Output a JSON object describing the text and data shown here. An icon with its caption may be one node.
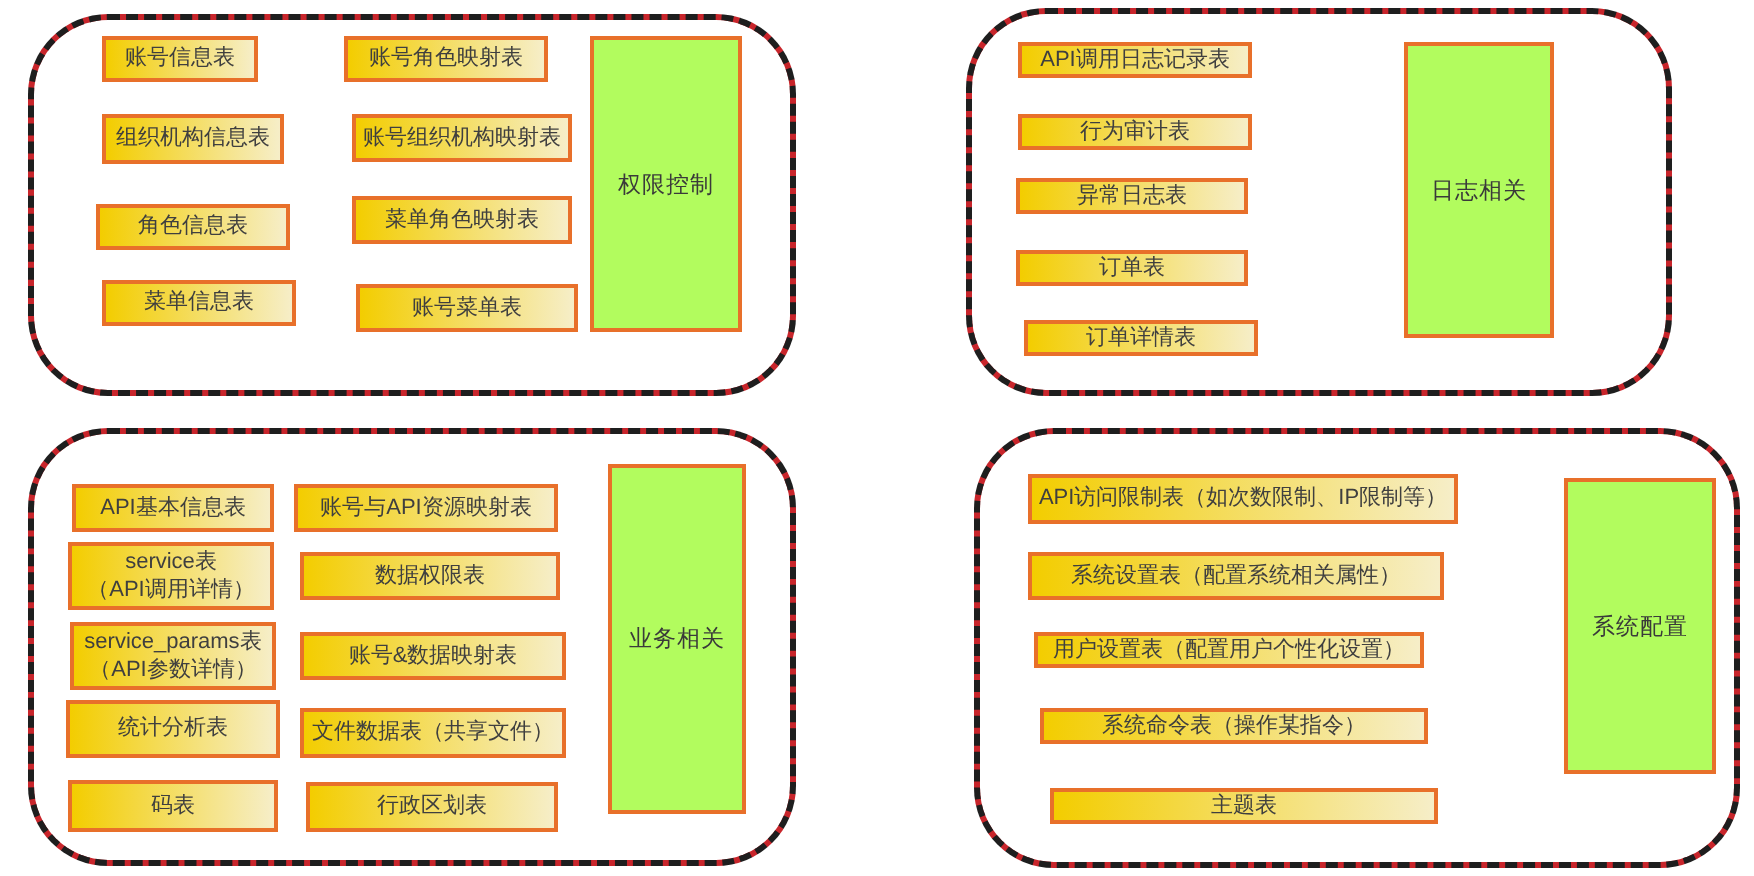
{
  "diagram": {
    "nodes": [
      {
        "text": [],
        "shape": "box"
      },
      {
        "text": [
          "账号信息表"
        ],
        "in": 0
      },
      {
        "text": [
          "账号角色映射表"
        ],
        "in": 0
      },
      {
        "text": [
          "组织机构信息表"
        ],
        "in": 0
      },
      {
        "text": [
          "账号组织机构映射表"
        ],
        "in": 0
      },
      {
        "text": [
          "角色信息表"
        ],
        "in": 0
      },
      {
        "text": [
          "菜单角色映射表"
        ],
        "in": 0
      },
      {
        "text": [
          "菜单信息表"
        ],
        "in": 0
      },
      {
        "text": [
          "账号菜单表"
        ],
        "in": 0
      },
      {
        "text": [
          "权限控制"
        ],
        "in": 0
      },
      {
        "text": [],
        "shape": "box"
      },
      {
        "text": [
          "API调用日志记录表"
        ],
        "in": 10
      },
      {
        "text": [
          "行为审计表"
        ],
        "in": 10
      },
      {
        "text": [
          "异常日志表"
        ],
        "in": 10
      },
      {
        "text": [
          "订单表"
        ],
        "in": 10
      },
      {
        "text": [
          "订单详情表"
        ],
        "in": 10
      },
      {
        "text": [
          "日志相关"
        ],
        "in": 10
      },
      {
        "text": [],
        "shape": "box"
      },
      {
        "text": [
          "API基本信息表"
        ],
        "in": 17
      },
      {
        "text": [
          "账号与API资源映射表"
        ],
        "in": 17
      },
      {
        "text": [
          "service表（API调用详情）"
        ],
        "in": 17
      },
      {
        "text": [
          "数据权限表"
        ],
        "in": 17
      },
      {
        "text": [
          "service_params表（API参数详情）"
        ],
        "in": 17
      },
      {
        "text": [
          "账号&数据映射表"
        ],
        "in": 17
      },
      {
        "text": [
          "统计分析表"
        ],
        "in": 17
      },
      {
        "text": [
          "文件数据表（共享文件）"
        ],
        "in": 17
      },
      {
        "text": [
          "码表"
        ],
        "in": 17
      },
      {
        "text": [
          "行政区划表"
        ],
        "in": 17
      },
      {
        "text": [
          "业务相关"
        ],
        "in": 17
      },
      {
        "text": [],
        "shape": "box"
      },
      {
        "text": [
          "API访问限制表（如次数限制、IP限制等）"
        ],
        "in": 29
      },
      {
        "text": [
          "系统设置表（配置系统相关属性）"
        ],
        "in": 29
      },
      {
        "text": [
          "用户设置表（配置用户个性化设置）"
        ],
        "in": 29
      },
      {
        "text": [
          "系统命令表（操作某指令）"
        ],
        "in": 29
      },
      {
        "text": [
          "主题表"
        ],
        "in": 29
      },
      {
        "text": [
          "系统配置"
        ],
        "in": 29
      }
    ]
  }
}
